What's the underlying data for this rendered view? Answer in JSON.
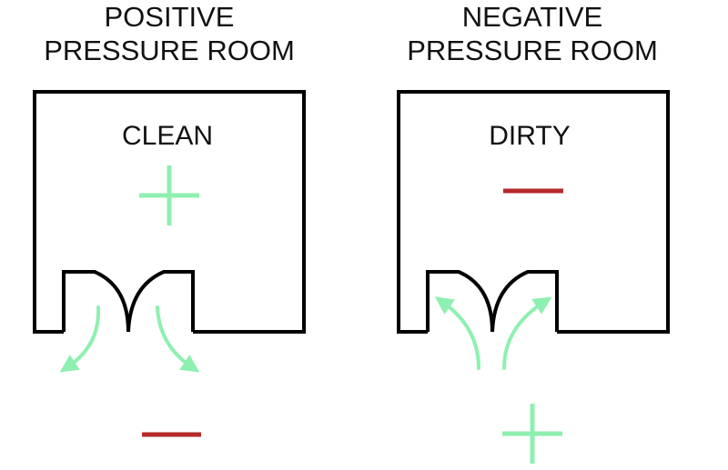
{
  "colors": {
    "airflow": "#8ef0b0",
    "positive": "#8ef0b0",
    "negative": "#b52a2a",
    "wall": "#000000"
  },
  "positive_room": {
    "title_line1": "POSITIVE",
    "title_line2": "PRESSURE ROOM",
    "label": "CLEAN",
    "inside_symbol": "plus",
    "outside_symbol": "minus",
    "airflow_direction": "outward"
  },
  "negative_room": {
    "title_line1": "NEGATIVE",
    "title_line2": "PRESSURE ROOM",
    "label": "DIRTY",
    "inside_symbol": "minus",
    "outside_symbol": "plus",
    "airflow_direction": "inward"
  }
}
